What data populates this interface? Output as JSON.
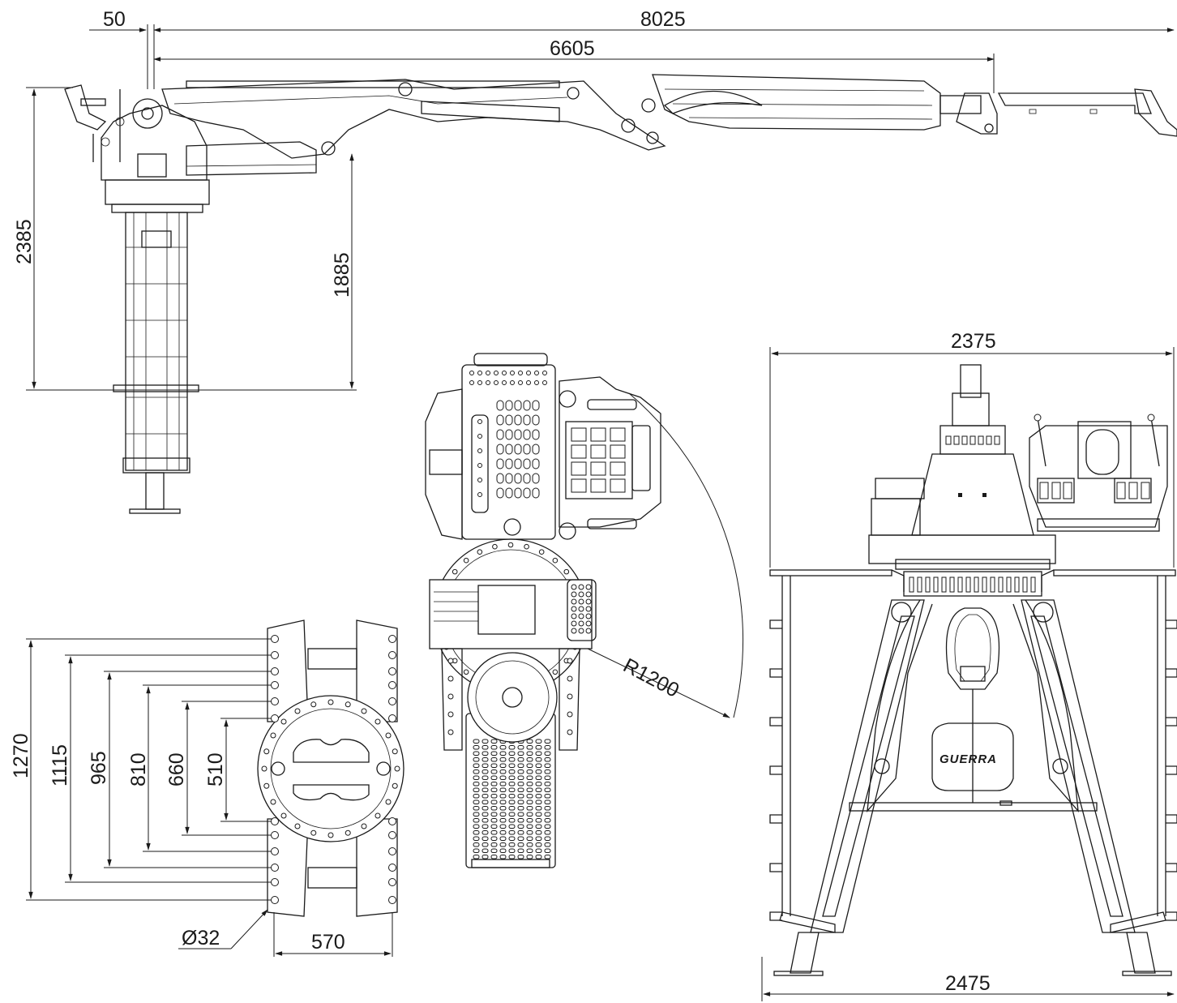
{
  "dimensions": {
    "offset_top": "50",
    "total_reach": "8025",
    "inner_reach": "6605",
    "total_height": "2385",
    "mount_height": "1885",
    "swing_radius": "R1200",
    "bolt_1270": "1270",
    "bolt_1115": "1115",
    "bolt_965": "965",
    "bolt_810": "810",
    "bolt_660": "660",
    "bolt_510": "510",
    "hole_diameter": "Ø32",
    "base_width": "570",
    "top_width": "2375",
    "bottom_width": "2475"
  },
  "logo_text": "GUERRA"
}
